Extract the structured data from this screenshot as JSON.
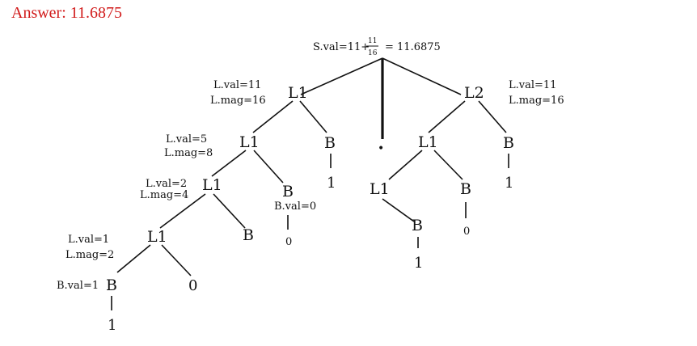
{
  "answer": "Answer: 11.6875",
  "root": {
    "expr_prefix": "S.val=11+",
    "frac_num": "11",
    "frac_den": "16",
    "expr_suffix": "= 11.6875",
    "dot": "•"
  },
  "nodes": {
    "L1_top": "L1",
    "L2_top": "L2",
    "L1_level2_left": "L1",
    "B_level2_left": "B",
    "L1_level2_right": "L1",
    "B_level2_right": "B",
    "L1_level3_left": "L1",
    "B_level3_left": "B",
    "L1_level3_right": "L1",
    "B_level3_right": "B",
    "L1_level4": "L1",
    "B_level4": "B",
    "B_level5": "B",
    "B_under_L1_right": "B"
  },
  "leaves": {
    "one_a": "1",
    "one_b": "1",
    "zero_a": "0",
    "zero_b": "0",
    "zero_c": "0",
    "one_c": "1",
    "one_d": "1"
  },
  "annotations": {
    "l1_top_val": "L.val=11",
    "l1_top_mag": "L.mag=16",
    "l2_top_val": "L.val=11",
    "l2_top_mag": "L.mag=16",
    "l1_lvl2_val": "L.val=5",
    "l1_lvl2_mag": "L.mag=8",
    "l1_lvl3_val": "L.val=2",
    "l1_lvl3_mag": "L.mag=4",
    "l1_lvl4_val": "L.val=1",
    "l1_lvl4_mag": "L.mag=2",
    "b_lvl3_val": "B.val=0",
    "b_lvl5_val": "B.val=1"
  },
  "colors": {
    "answer": "#d11a1a",
    "ink": "#111111"
  }
}
